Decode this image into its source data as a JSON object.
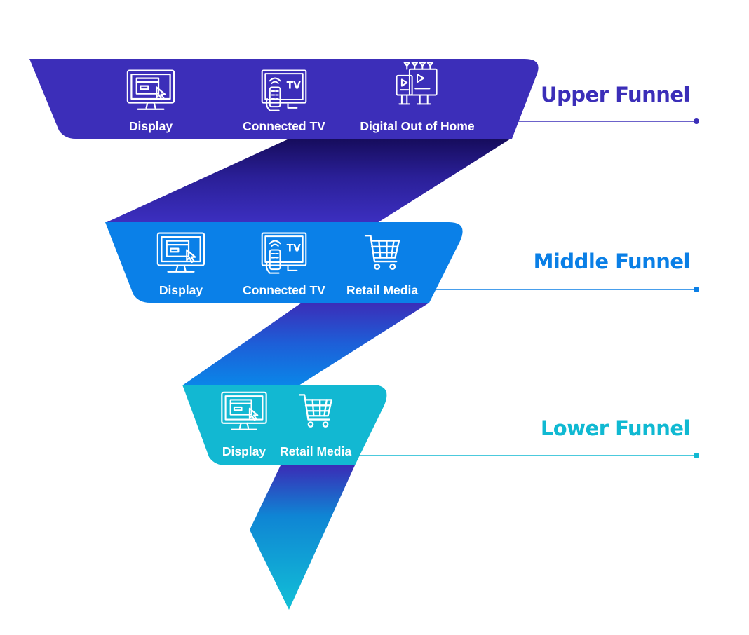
{
  "colors": {
    "upper": "#3b2eb8",
    "middle": "#0a7fe6",
    "lower": "#10b9d2",
    "ribbon_dark": "#1a0f6e",
    "icon": "#ffffff"
  },
  "tiers": [
    {
      "key": "upper",
      "title": "Upper Funnel",
      "channels": [
        {
          "label": "Display",
          "icon": "monitor-cursor-icon"
        },
        {
          "label": "Connected TV",
          "icon": "connected-tv-remote-icon"
        },
        {
          "label": "Digital Out of Home",
          "icon": "billboard-icon"
        }
      ]
    },
    {
      "key": "middle",
      "title": "Middle Funnel",
      "channels": [
        {
          "label": "Display",
          "icon": "monitor-cursor-icon"
        },
        {
          "label": "Connected TV",
          "icon": "connected-tv-remote-icon"
        },
        {
          "label": "Retail Media",
          "icon": "shopping-cart-icon"
        }
      ]
    },
    {
      "key": "lower",
      "title": "Lower Funnel",
      "channels": [
        {
          "label": "Display",
          "icon": "monitor-cursor-icon"
        },
        {
          "label": "Retail Media",
          "icon": "shopping-cart-icon"
        }
      ]
    }
  ]
}
